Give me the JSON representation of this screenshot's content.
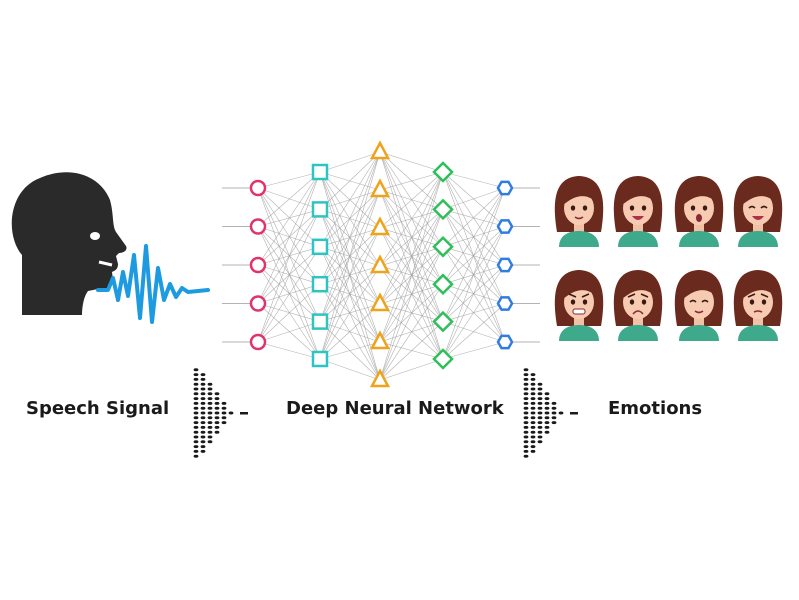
{
  "labels": {
    "speech": "Speech Signal",
    "network": "Deep Neural Network",
    "emotions": "Emotions"
  },
  "colors": {
    "layer1": "#e0336a",
    "layer2": "#2ec4c4",
    "layer3": "#f0a21a",
    "layer4": "#2fbf5a",
    "layer5": "#2f7de0",
    "wave": "#1e9be0",
    "head": "#2a2a2a",
    "edge": "#9a9a9a"
  },
  "icons": {
    "head": "speaking-head-icon",
    "wave": "sound-wave-icon",
    "arrow": "dot-arrow-icon",
    "face": "woman-face-icon"
  },
  "network": {
    "layers": [
      {
        "shape": "circle",
        "count": 5
      },
      {
        "shape": "square",
        "count": 6
      },
      {
        "shape": "triangle",
        "count": 7
      },
      {
        "shape": "diamond",
        "count": 6
      },
      {
        "shape": "hexagon",
        "count": 5
      }
    ]
  },
  "faces": {
    "rows": 2,
    "cols": 4,
    "expressions": [
      "neutral",
      "happy",
      "surprised",
      "laughing",
      "angry",
      "sad",
      "calm",
      "worried"
    ]
  }
}
